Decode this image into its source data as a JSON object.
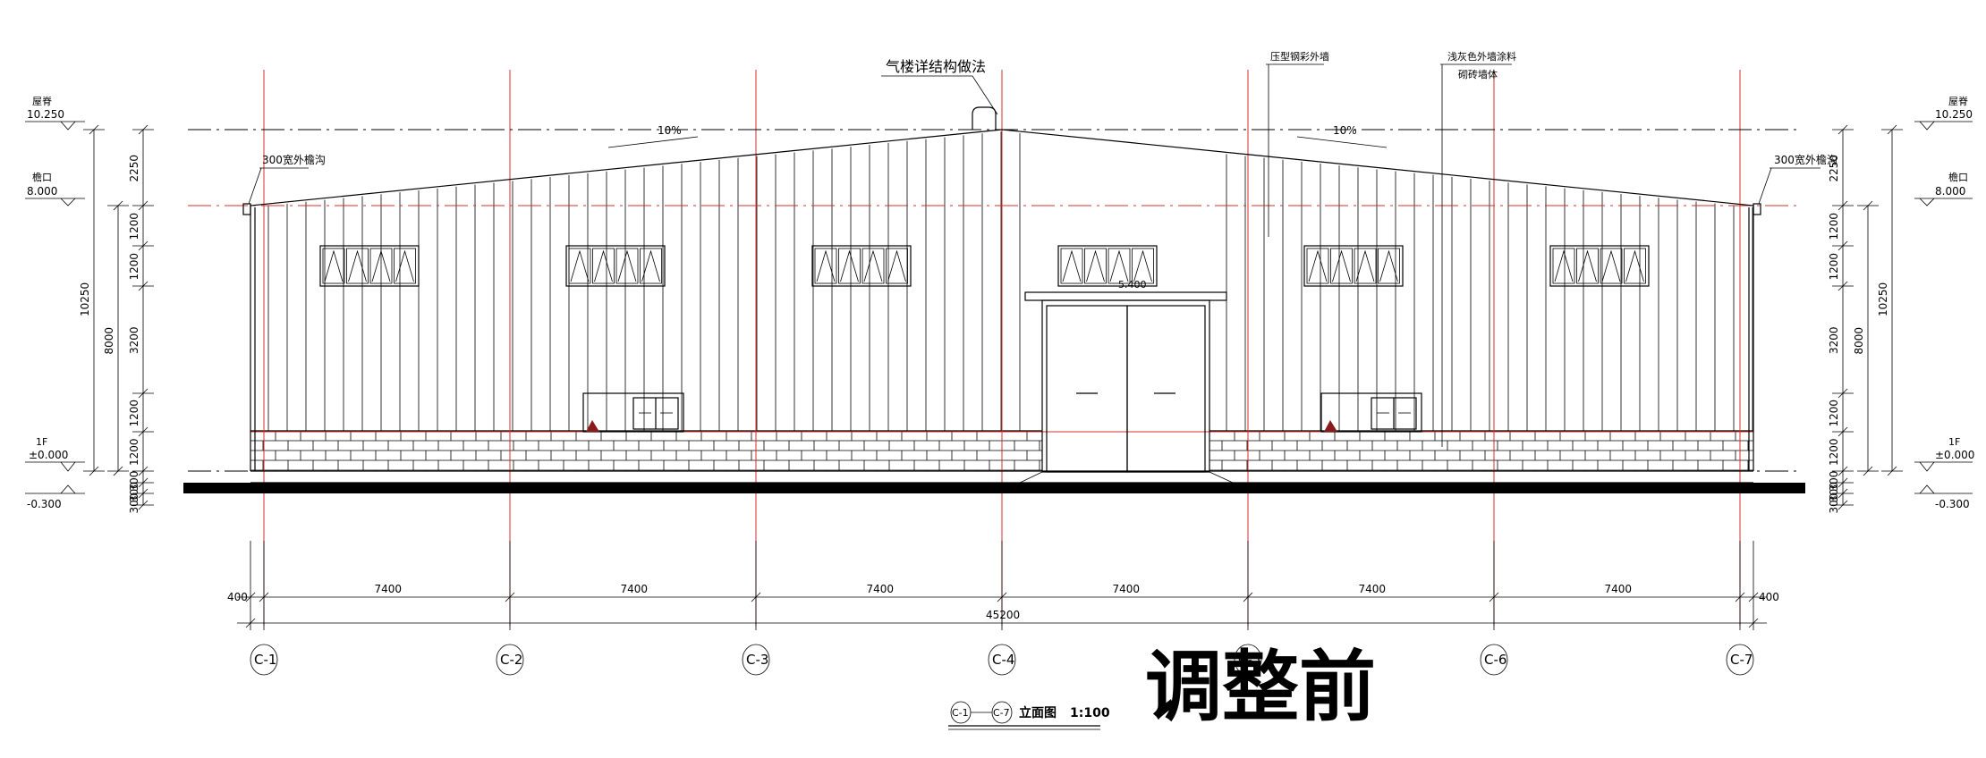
{
  "title_overlay": "调整前",
  "drawing_title": {
    "axis_from": "C-1",
    "axis_to": "C-7",
    "name": "立面图",
    "scale": "1:100"
  },
  "notes": {
    "roof_vent": "气楼详结构做法",
    "roof_panel": "压型钢彩外墙",
    "wall_panel_1": "浅灰色外墙涂料",
    "wall_panel_2": "砌砖墙体",
    "gutter_left": "300宽外檐沟",
    "gutter_right": "300宽外檐沟",
    "slope_left": "10%",
    "slope_right": "10%",
    "canopy": "5.400"
  },
  "elevations": {
    "left": [
      {
        "name": "屋脊",
        "value": "10.250"
      },
      {
        "name": "檐口",
        "value": "8.000"
      },
      {
        "name": "1F",
        "value": "±0.000"
      },
      {
        "name": "",
        "value": "-0.300"
      }
    ],
    "right": [
      {
        "name": "屋脊",
        "value": "10.250"
      },
      {
        "name": "檐口",
        "value": "8.000"
      },
      {
        "name": "1F",
        "value": "±0.000"
      },
      {
        "name": "",
        "value": "-0.300"
      }
    ]
  },
  "vertical_dims": {
    "segments": [
      "2250",
      "1200",
      "1200",
      "3200",
      "1200",
      "1200",
      "300",
      "300",
      "300"
    ],
    "total_wall": "8000",
    "total_height": "10250"
  },
  "horizontal_dims": {
    "edge_left": "400",
    "edge_right": "400",
    "bays": [
      "7400",
      "7400",
      "7400",
      "7400",
      "7400",
      "7400"
    ],
    "total": "45200"
  },
  "axes": [
    "C-1",
    "C-2",
    "C-3",
    "C-4",
    "C-5",
    "C-6",
    "C-7"
  ],
  "colors": {
    "gridline": "#d32f2f",
    "line": "#000000",
    "window_triangle": "#8b1a1a"
  }
}
